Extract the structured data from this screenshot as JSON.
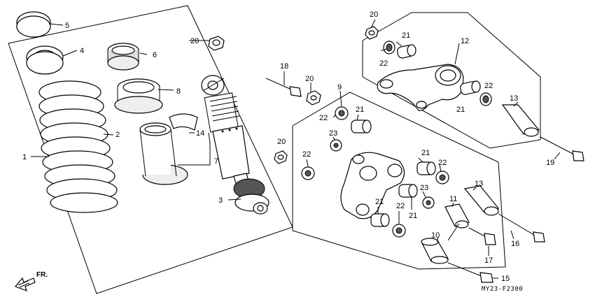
{
  "diagram_code": "MY23-F2300",
  "direction_label": "FR.",
  "callouts": [
    {
      "id": "c1",
      "text": "1"
    },
    {
      "id": "c2",
      "text": "2"
    },
    {
      "id": "c3",
      "text": "3"
    },
    {
      "id": "c4",
      "text": "4"
    },
    {
      "id": "c5",
      "text": "5"
    },
    {
      "id": "c6",
      "text": "6"
    },
    {
      "id": "c7",
      "text": "7"
    },
    {
      "id": "c8",
      "text": "8"
    },
    {
      "id": "c9",
      "text": "9"
    },
    {
      "id": "c10",
      "text": "10"
    },
    {
      "id": "c11",
      "text": "11"
    },
    {
      "id": "c12",
      "text": "12"
    },
    {
      "id": "c13a",
      "text": "13"
    },
    {
      "id": "c13b",
      "text": "13"
    },
    {
      "id": "c14",
      "text": "14"
    },
    {
      "id": "c15",
      "text": "15"
    },
    {
      "id": "c16",
      "text": "16"
    },
    {
      "id": "c17",
      "text": "17"
    },
    {
      "id": "c18",
      "text": "18"
    },
    {
      "id": "c19",
      "text": "19"
    },
    {
      "id": "c20a",
      "text": "20"
    },
    {
      "id": "c20b",
      "text": "20"
    },
    {
      "id": "c20c",
      "text": "20"
    },
    {
      "id": "c20d",
      "text": "20"
    },
    {
      "id": "c21a",
      "text": "21"
    },
    {
      "id": "c21b",
      "text": "21"
    },
    {
      "id": "c21c",
      "text": "21"
    },
    {
      "id": "c21d",
      "text": "21"
    },
    {
      "id": "c21e",
      "text": "21"
    },
    {
      "id": "c21f",
      "text": "21"
    },
    {
      "id": "c22a",
      "text": "22"
    },
    {
      "id": "c22b",
      "text": "22"
    },
    {
      "id": "c22c",
      "text": "22"
    },
    {
      "id": "c22d",
      "text": "22"
    },
    {
      "id": "c22e",
      "text": "22"
    },
    {
      "id": "c22f",
      "text": "22"
    },
    {
      "id": "c23a",
      "text": "23"
    },
    {
      "id": "c23b",
      "text": "23"
    }
  ]
}
